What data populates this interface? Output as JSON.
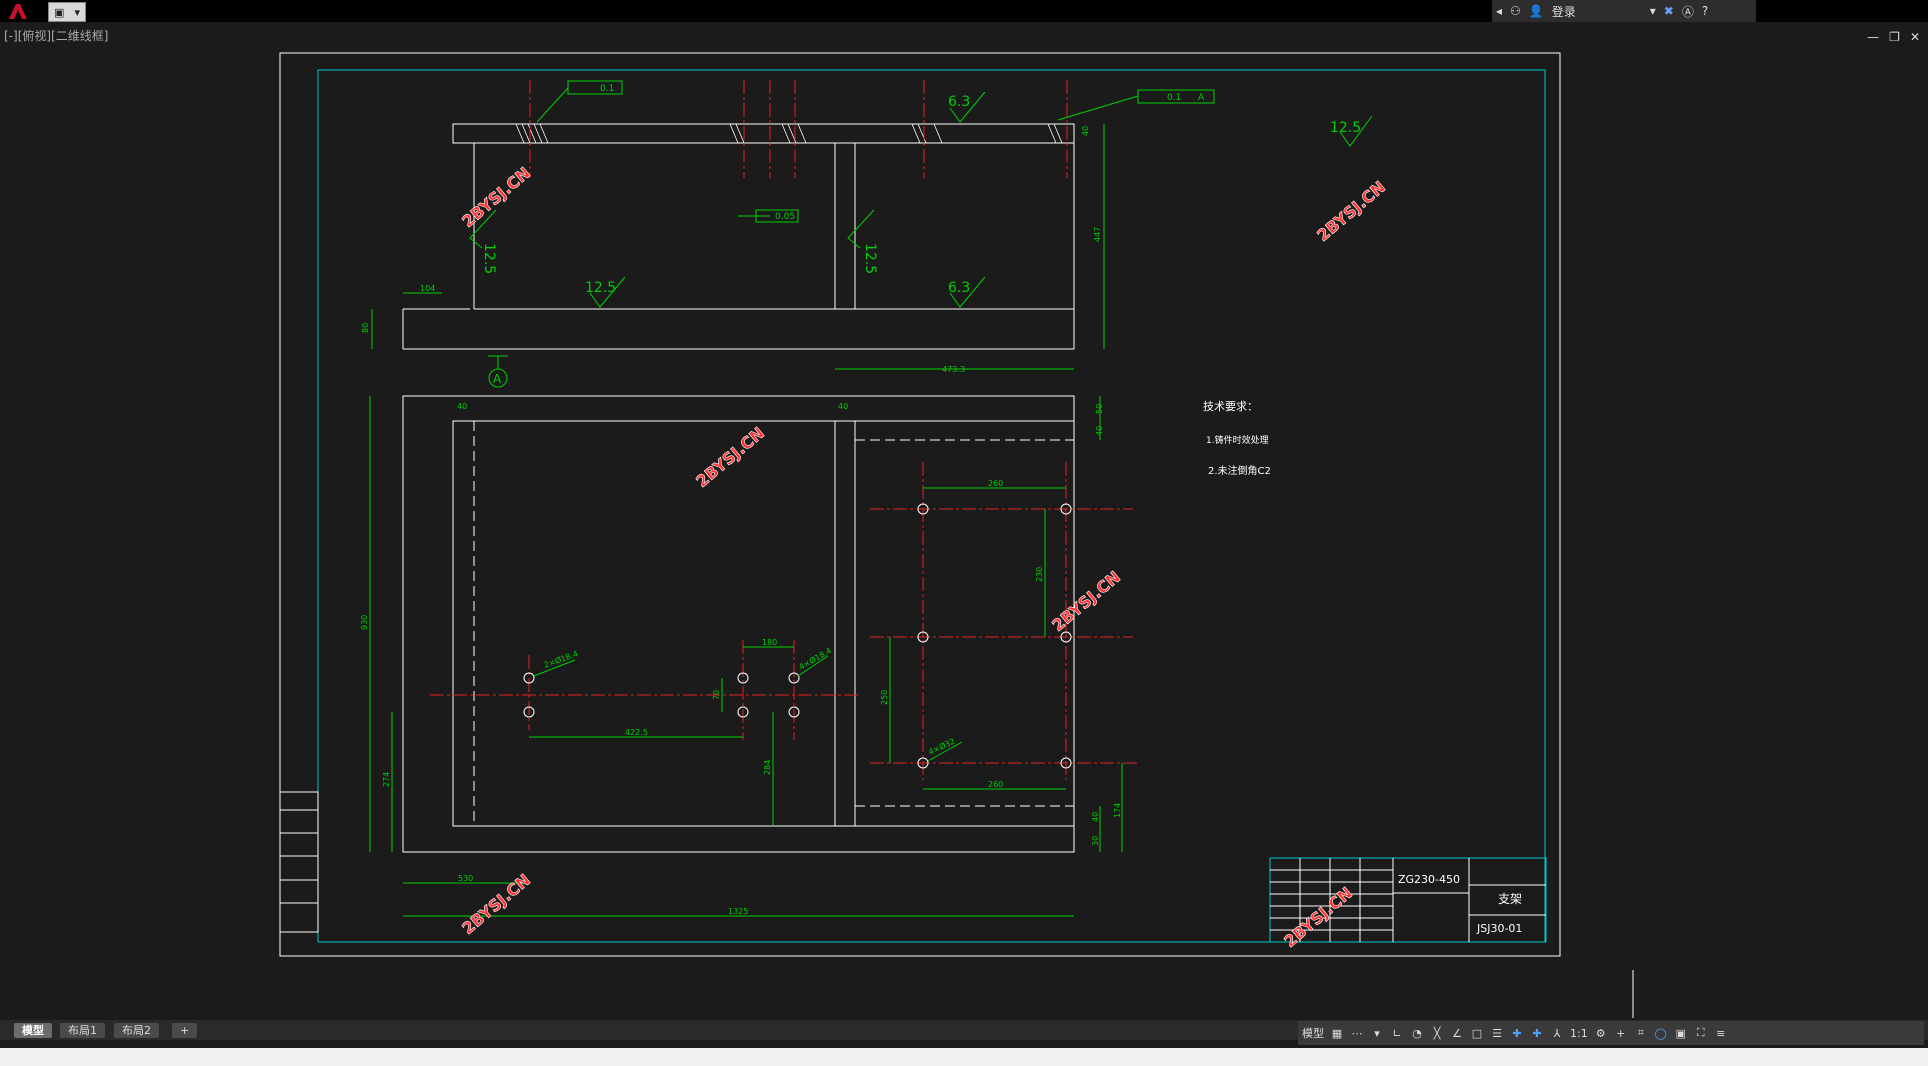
{
  "topbar": {
    "login_label": "登录"
  },
  "view_label": "[-][俯视][二维线框]",
  "tabs": [
    "模型",
    "布局1",
    "布局2",
    "+"
  ],
  "status": {
    "model_label": "模型",
    "scale": "1:1"
  },
  "drawing": {
    "roughness": [
      "0.1",
      "0.05",
      "0.1",
      "A",
      "6.3",
      "12.5",
      "12.5",
      "12.5",
      "12.5",
      "6.3"
    ],
    "dims": {
      "d104": "104",
      "d80": "80",
      "d447": "447",
      "d40a": "40",
      "d4733": "473.3",
      "d50": "50",
      "d40b": "40",
      "d40c": "40",
      "d40d": "40",
      "d260a": "260",
      "d230": "230",
      "d180": "180",
      "d70": "70",
      "d4225": "422.5",
      "d284": "284",
      "d250": "250",
      "d260b": "260",
      "d274": "274",
      "d40e": "40",
      "d174": "174",
      "d30": "30",
      "d930": "930",
      "d530": "530",
      "d1325": "1325",
      "h1": "2×Ø18.4",
      "h2": "4×Ø18.4",
      "h3": "4×Ø32"
    },
    "datum": "A",
    "tech_title": "技术要求：",
    "tech_items": [
      "1.铸件时效处理",
      "2.未注倒角C2"
    ],
    "title_block": {
      "material": "ZG230-450",
      "part_name": "支架",
      "code": "JSJ30-01"
    },
    "watermark": "2BYSJ.CN"
  }
}
